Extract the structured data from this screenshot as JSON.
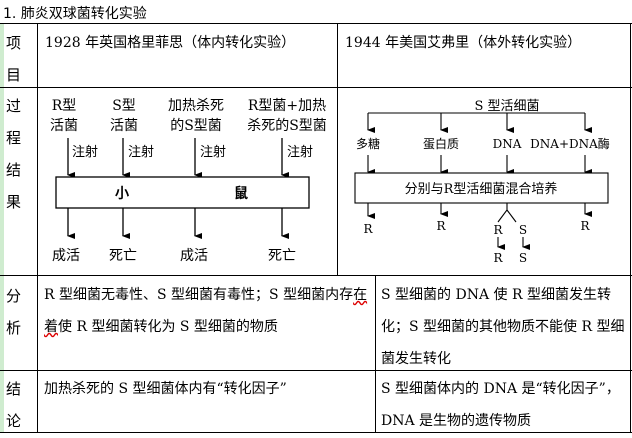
{
  "title": "1. 肺炎双球菌转化实验",
  "rows": {
    "item": {
      "label": [
        "项",
        "目"
      ],
      "col1": "1928 年英国格里菲思（体内转化实验）",
      "col2": "1944 年美国艾弗里（体外转化实验）"
    },
    "process": {
      "label": [
        "过",
        "程",
        "结",
        "果"
      ]
    },
    "analysis": {
      "label": [
        "分",
        "析"
      ],
      "col1_a": "R 型细菌无毒性、S 型细菌有毒性；S 型细菌内存",
      "col1_wavy": "在着",
      "col1_b": "使 R 型细菌转化为 S 型细菌的物质",
      "col2": "S 型细菌的 DNA 使 R 型细菌发生转化；S 型细菌的其他物质不能使 R 型细菌发生转化"
    },
    "conclusion": {
      "label": [
        "结",
        "论"
      ],
      "col1": "加热杀死的 S 型细菌体内有“转化因子”",
      "col2_a": "S 型细菌体内的 DNA 是“转化因子”，",
      "col2_b": "DNA 是生物的遗传物质"
    }
  },
  "griffith": {
    "inputs": [
      [
        "R型",
        "活菌"
      ],
      [
        "S型",
        "活菌"
      ],
      [
        "加热杀死",
        "的S型菌"
      ],
      [
        "R型菌+加热",
        "杀死的S型菌"
      ]
    ],
    "action": "注射",
    "box": [
      "小",
      "鼠"
    ],
    "outcomes": [
      "成活",
      "死亡",
      "成活",
      "死亡"
    ]
  },
  "avery": {
    "source": "S 型活细菌",
    "components": [
      "多糖",
      "蛋白质",
      "DNA",
      "DNA+DNA酶"
    ],
    "box": "分别与R型活细菌混合培养",
    "results": [
      "R",
      "R",
      "R",
      "S",
      "R"
    ],
    "dna_next": [
      "R",
      "S"
    ]
  }
}
